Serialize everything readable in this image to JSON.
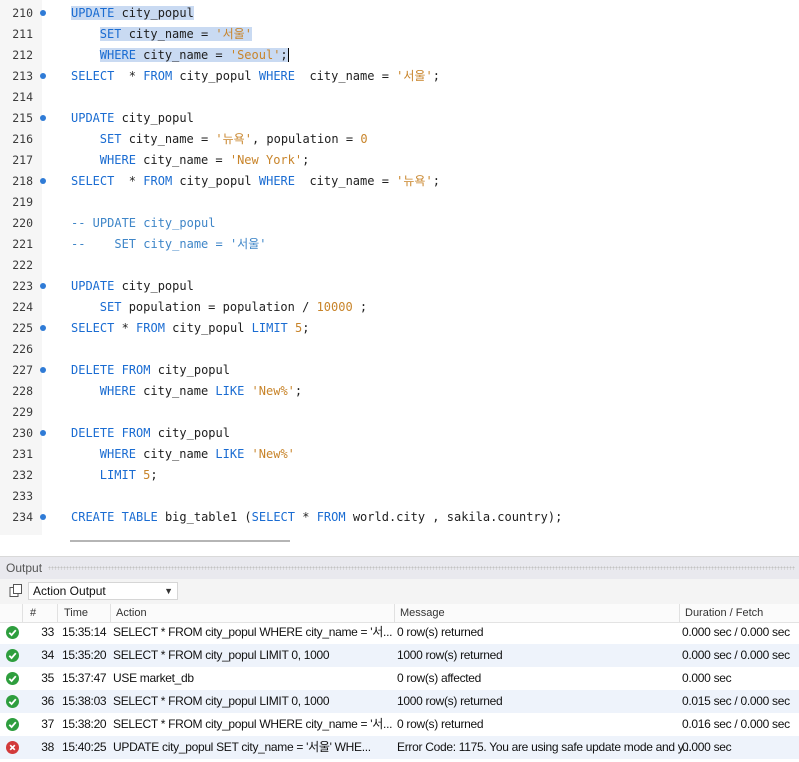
{
  "editor": {
    "lines": [
      {
        "n": "210",
        "dot": true,
        "indent": 0,
        "tokens": [
          [
            "kw",
            "UPDATE"
          ],
          [
            "t",
            " city_popul"
          ]
        ]
      },
      {
        "n": "211",
        "dot": false,
        "indent": 4,
        "tokens": [
          [
            "kw",
            "SET"
          ],
          [
            "t",
            " city_name = "
          ],
          [
            "str",
            "'서울'"
          ]
        ]
      },
      {
        "n": "212",
        "dot": false,
        "indent": 4,
        "tokens": [
          [
            "kw",
            "WHERE"
          ],
          [
            "t",
            " city_name = "
          ],
          [
            "str",
            "'Seoul'"
          ],
          [
            "t",
            ";"
          ]
        ]
      },
      {
        "n": "213",
        "dot": true,
        "indent": 0,
        "tokens": [
          [
            "kw",
            "SELECT"
          ],
          [
            "t",
            "  * "
          ],
          [
            "kw",
            "FROM"
          ],
          [
            "t",
            " city_popul "
          ],
          [
            "kw",
            "WHERE"
          ],
          [
            "t",
            "  city_name = "
          ],
          [
            "str",
            "'서울'"
          ],
          [
            "t",
            ";"
          ]
        ]
      },
      {
        "n": "214",
        "dot": false,
        "indent": 0,
        "tokens": []
      },
      {
        "n": "215",
        "dot": true,
        "indent": 0,
        "tokens": [
          [
            "kw",
            "UPDATE"
          ],
          [
            "t",
            " city_popul"
          ]
        ]
      },
      {
        "n": "216",
        "dot": false,
        "indent": 4,
        "tokens": [
          [
            "kw",
            "SET"
          ],
          [
            "t",
            " city_name = "
          ],
          [
            "str",
            "'뉴욕'"
          ],
          [
            "t",
            ", population = "
          ],
          [
            "num",
            "0"
          ]
        ]
      },
      {
        "n": "217",
        "dot": false,
        "indent": 4,
        "tokens": [
          [
            "kw",
            "WHERE"
          ],
          [
            "t",
            " city_name = "
          ],
          [
            "str",
            "'New York'"
          ],
          [
            "t",
            ";"
          ]
        ]
      },
      {
        "n": "218",
        "dot": true,
        "indent": 0,
        "tokens": [
          [
            "kw",
            "SELECT"
          ],
          [
            "t",
            "  * "
          ],
          [
            "kw",
            "FROM"
          ],
          [
            "t",
            " city_popul "
          ],
          [
            "kw",
            "WHERE"
          ],
          [
            "t",
            "  city_name = "
          ],
          [
            "str",
            "'뉴욕'"
          ],
          [
            "t",
            ";"
          ]
        ]
      },
      {
        "n": "219",
        "dot": false,
        "indent": 0,
        "tokens": []
      },
      {
        "n": "220",
        "dot": false,
        "indent": 0,
        "tokens": [
          [
            "cm",
            "-- UPDATE city_popul"
          ]
        ]
      },
      {
        "n": "221",
        "dot": false,
        "indent": 0,
        "tokens": [
          [
            "cm",
            "--    SET city_name = '서울'"
          ]
        ]
      },
      {
        "n": "222",
        "dot": false,
        "indent": 0,
        "tokens": []
      },
      {
        "n": "223",
        "dot": true,
        "indent": 0,
        "tokens": [
          [
            "kw",
            "UPDATE"
          ],
          [
            "t",
            " city_popul"
          ]
        ]
      },
      {
        "n": "224",
        "dot": false,
        "indent": 4,
        "tokens": [
          [
            "kw",
            "SET"
          ],
          [
            "t",
            " population = population / "
          ],
          [
            "num",
            "10000"
          ],
          [
            "t",
            " ;"
          ]
        ]
      },
      {
        "n": "225",
        "dot": true,
        "indent": 0,
        "tokens": [
          [
            "kw",
            "SELECT"
          ],
          [
            "t",
            " * "
          ],
          [
            "kw",
            "FROM"
          ],
          [
            "t",
            " city_popul "
          ],
          [
            "kw",
            "LIMIT"
          ],
          [
            "t",
            " "
          ],
          [
            "num",
            "5"
          ],
          [
            "t",
            ";"
          ]
        ]
      },
      {
        "n": "226",
        "dot": false,
        "indent": 0,
        "tokens": []
      },
      {
        "n": "227",
        "dot": true,
        "indent": 0,
        "tokens": [
          [
            "kw",
            "DELETE"
          ],
          [
            "t",
            " "
          ],
          [
            "kw",
            "FROM"
          ],
          [
            "t",
            " city_popul"
          ]
        ]
      },
      {
        "n": "228",
        "dot": false,
        "indent": 4,
        "tokens": [
          [
            "kw",
            "WHERE"
          ],
          [
            "t",
            " city_name "
          ],
          [
            "kw",
            "LIKE"
          ],
          [
            "t",
            " "
          ],
          [
            "str",
            "'New%'"
          ],
          [
            "t",
            ";"
          ]
        ]
      },
      {
        "n": "229",
        "dot": false,
        "indent": 0,
        "tokens": []
      },
      {
        "n": "230",
        "dot": true,
        "indent": 0,
        "tokens": [
          [
            "kw",
            "DELETE"
          ],
          [
            "t",
            " "
          ],
          [
            "kw",
            "FROM"
          ],
          [
            "t",
            " city_popul"
          ]
        ]
      },
      {
        "n": "231",
        "dot": false,
        "indent": 4,
        "tokens": [
          [
            "kw",
            "WHERE"
          ],
          [
            "t",
            " city_name "
          ],
          [
            "kw",
            "LIKE"
          ],
          [
            "t",
            " "
          ],
          [
            "str",
            "'New%'"
          ]
        ]
      },
      {
        "n": "232",
        "dot": false,
        "indent": 4,
        "tokens": [
          [
            "kw",
            "LIMIT"
          ],
          [
            "t",
            " "
          ],
          [
            "num",
            "5"
          ],
          [
            "t",
            ";"
          ]
        ]
      },
      {
        "n": "233",
        "dot": false,
        "indent": 0,
        "tokens": []
      },
      {
        "n": "234",
        "dot": true,
        "indent": 0,
        "tokens": [
          [
            "kw",
            "CREATE"
          ],
          [
            "t",
            " "
          ],
          [
            "kw",
            "TABLE"
          ],
          [
            "t",
            " big_table1 ("
          ],
          [
            "kw",
            "SELECT"
          ],
          [
            "t",
            " * "
          ],
          [
            "kw",
            "FROM"
          ],
          [
            "t",
            " world.city , sakila.country);"
          ]
        ]
      }
    ]
  },
  "output": {
    "title": "Output",
    "selector": "Action Output",
    "columns": [
      "#",
      "Time",
      "Action",
      "Message",
      "Duration / Fetch"
    ],
    "rows": [
      {
        "status": "ok",
        "num": "33",
        "time": "15:35:14",
        "action": "SELECT  * FROM city_popul WHERE  city_name = '서...",
        "message": "0 row(s) returned",
        "duration": "0.000 sec / 0.000 sec"
      },
      {
        "status": "ok",
        "num": "34",
        "time": "15:35:20",
        "action": "SELECT  * FROM city_popul LIMIT 0, 1000",
        "message": "1000 row(s) returned",
        "duration": "0.000 sec / 0.000 sec"
      },
      {
        "status": "ok",
        "num": "35",
        "time": "15:37:47",
        "action": "USE market_db",
        "message": "0 row(s) affected",
        "duration": "0.000 sec"
      },
      {
        "status": "ok",
        "num": "36",
        "time": "15:38:03",
        "action": "SELECT  * FROM city_popul LIMIT 0, 1000",
        "message": "1000 row(s) returned",
        "duration": "0.015 sec / 0.000 sec"
      },
      {
        "status": "ok",
        "num": "37",
        "time": "15:38:20",
        "action": "SELECT  * FROM city_popul WHERE  city_name = '서...",
        "message": "0 row(s) returned",
        "duration": "0.016 sec / 0.000 sec"
      },
      {
        "status": "err",
        "num": "38",
        "time": "15:40:25",
        "action": "UPDATE city_popul     SET city_name = '서울'     WHE...",
        "message": "Error Code: 1175. You are using safe update mode and y...",
        "duration": "0.000 sec"
      }
    ]
  }
}
